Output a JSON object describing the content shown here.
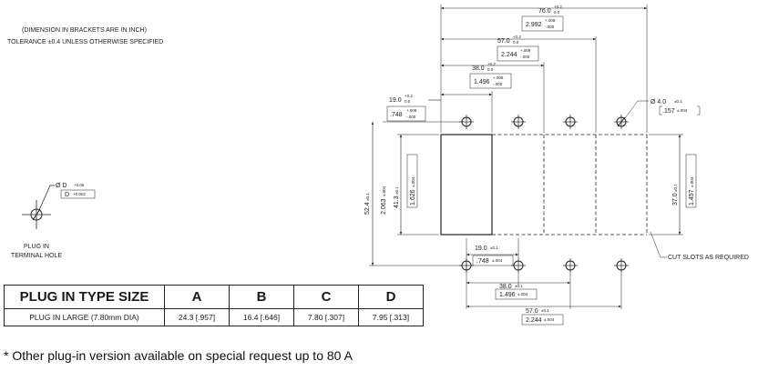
{
  "notes": {
    "dimension_note": "(DIMENSION IN BRACKETS ARE IN INCH)",
    "tolerance_note": "TOLERANCE ±0.4 UNLESS OTHERWISE SPECIFIED"
  },
  "terminal_symbol": {
    "dia_main": "Ø D",
    "dia_main_tol": "+0.05",
    "dia_inch": "D",
    "dia_inch_tol": "+0.002",
    "label_line1": "PLUG IN",
    "label_line2": "TERMINAL HOLE"
  },
  "top_dims": {
    "d76": {
      "value": "76.0",
      "tol_upper": "+0.2",
      "tol_lower": "0.0",
      "inch": "2.992",
      "inch_tol_upper": "+.008",
      "inch_tol_lower": "-.000"
    },
    "d57": {
      "value": "57.0",
      "tol_upper": "+0.2",
      "tol_lower": "0.0",
      "inch": "2.244",
      "inch_tol_upper": "+.008",
      "inch_tol_lower": "-.000"
    },
    "d38": {
      "value": "38.0",
      "tol_upper": "+0.2",
      "tol_lower": "0.0",
      "inch": "1.496",
      "inch_tol_upper": "+.008",
      "inch_tol_lower": "-.000"
    },
    "d19": {
      "value": "19.0",
      "tol_upper": "+0.2",
      "tol_lower": "0.0",
      "inch": ".748",
      "inch_tol_upper": "+.008",
      "inch_tol_lower": "-.000"
    }
  },
  "hole_dim": {
    "value": "Ø 4.0",
    "tol": "±0.1",
    "inch": ".157",
    "inch_tol": "±.004"
  },
  "vertical_dims": {
    "h524": {
      "value": "52.4",
      "tol": "±0.1",
      "inch": "2.063",
      "inch_tol": "±.004"
    },
    "h413": {
      "value": "41.3",
      "tol": "±0.1",
      "inch": "1.626",
      "inch_tol": "±.004"
    },
    "h370": {
      "value": "37.0",
      "tol": "±0.1",
      "inch": "1.457",
      "inch_tol": "±.004"
    }
  },
  "bottom_dims": {
    "b19": {
      "value": "19.0",
      "tol": "±0.1",
      "inch": ".748",
      "inch_tol": "±.004"
    },
    "b38": {
      "value": "38.0",
      "tol": "±0.1",
      "inch": "1.496",
      "inch_tol": "±.004"
    },
    "b57": {
      "value": "57.0",
      "tol": "±0.1",
      "inch": "2.244",
      "inch_tol": "±.004"
    }
  },
  "cut_slots_label": "CUT SLOTS AS REQUIRED",
  "table": {
    "headers": [
      "PLUG IN TYPE SIZE",
      "A",
      "B",
      "C",
      "D"
    ],
    "rows": [
      [
        "PLUG IN LARGE (7.80mm DIA)",
        "24.3 [.957]",
        "16.4 [.646]",
        "7.80 [.307]",
        "7.95 [.313]"
      ]
    ]
  },
  "footnote": "* Other plug-in version available on special request up to 80 A"
}
